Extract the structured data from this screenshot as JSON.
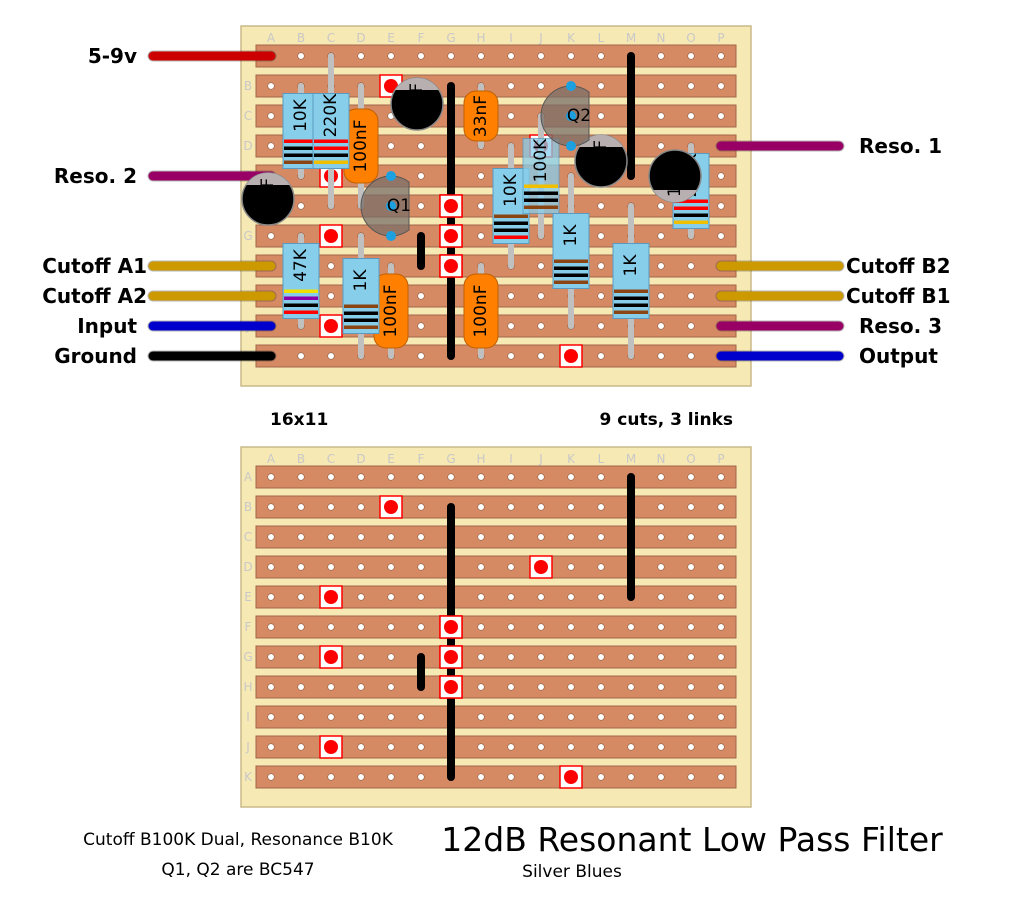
{
  "board": {
    "columns": [
      "A",
      "B",
      "C",
      "D",
      "E",
      "F",
      "G",
      "H",
      "I",
      "J",
      "K",
      "L",
      "M",
      "N",
      "O",
      "P"
    ],
    "rows": [
      "A",
      "B",
      "C",
      "D",
      "E",
      "F",
      "G",
      "H",
      "I",
      "J",
      "K"
    ],
    "size_label": "16x11",
    "stats_label": "9 cuts, 3 links",
    "colors": {
      "board": "#f7e9b4",
      "strip": "#d68a64",
      "strip_border": "#a0654a",
      "hole": "#ffffff",
      "cut": "#ff0000",
      "link": "#000000"
    }
  },
  "wires": [
    {
      "label": "5-9v",
      "side": "left",
      "row": "A",
      "color": "#cc0000"
    },
    {
      "label": "Reso. 2",
      "side": "left",
      "row": "E",
      "color": "#990066"
    },
    {
      "label": "Cutoff A1",
      "side": "left",
      "row": "H",
      "color": "#cc9900"
    },
    {
      "label": "Cutoff A2",
      "side": "left",
      "row": "I",
      "color": "#cc9900"
    },
    {
      "label": "Input",
      "side": "left",
      "row": "J",
      "color": "#0000cc"
    },
    {
      "label": "Ground",
      "side": "left",
      "row": "K",
      "color": "#000000"
    },
    {
      "label": "Reso. 1",
      "side": "right",
      "row": "D",
      "color": "#990066"
    },
    {
      "label": "Cutoff B2",
      "side": "right",
      "row": "H",
      "color": "#cc9900"
    },
    {
      "label": "Cutoff B1",
      "side": "right",
      "row": "I",
      "color": "#cc9900"
    },
    {
      "label": "Reso. 3",
      "side": "right",
      "row": "J",
      "color": "#990066"
    },
    {
      "label": "Output",
      "side": "right",
      "row": "K",
      "color": "#0000cc"
    }
  ],
  "cuts": [
    {
      "col": "E",
      "row": "B"
    },
    {
      "col": "J",
      "row": "D"
    },
    {
      "col": "C",
      "row": "E"
    },
    {
      "col": "G",
      "row": "F"
    },
    {
      "col": "C",
      "row": "G"
    },
    {
      "col": "G",
      "row": "G"
    },
    {
      "col": "G",
      "row": "H"
    },
    {
      "col": "C",
      "row": "J"
    },
    {
      "col": "K",
      "row": "K"
    }
  ],
  "links": [
    {
      "col": "G",
      "from": "B",
      "to": "K"
    },
    {
      "col": "M",
      "from": "A",
      "to": "E"
    },
    {
      "col": "F",
      "from": "G",
      "to": "H"
    }
  ],
  "components": {
    "resistors": [
      {
        "label": "10K",
        "col": "B",
        "from": "B",
        "to": "E",
        "bands": [
          "#8b4513",
          "#000000",
          "#000000",
          "#ff0000"
        ]
      },
      {
        "label": "220K",
        "col": "C",
        "from": "A",
        "to": "F",
        "bands": [
          "#f0c000",
          "#000000",
          "#ff0000",
          "#ff0000"
        ]
      },
      {
        "label": "47K",
        "col": "B",
        "from": "G",
        "to": "J",
        "bands": [
          "#ff0000",
          "#000000",
          "#8b00aa",
          "#f0e000"
        ]
      },
      {
        "label": "1K",
        "col": "D",
        "from": "G",
        "to": "K",
        "bands": [
          "#8b4513",
          "#000000",
          "#000000",
          "#8b4513"
        ]
      },
      {
        "label": "10K",
        "col": "I",
        "from": "D",
        "to": "H",
        "bands": [
          "#ff0000",
          "#000000",
          "#000000",
          "#8b4513"
        ]
      },
      {
        "label": "100K",
        "col": "J",
        "from": "C",
        "to": "G",
        "bands": [
          "#8b4513",
          "#000000",
          "#000000",
          "#f0c000"
        ]
      },
      {
        "label": "1K",
        "col": "K",
        "from": "E",
        "to": "J",
        "bands": [
          "#8b4513",
          "#000000",
          "#000000",
          "#8b4513"
        ]
      },
      {
        "label": "1K",
        "col": "M",
        "from": "F",
        "to": "K",
        "bands": [
          "#8b4513",
          "#000000",
          "#000000",
          "#8b4513"
        ]
      },
      {
        "label": "220K",
        "col": "O",
        "from": "D",
        "to": "G",
        "bands": [
          "#f0c000",
          "#000000",
          "#ff0000",
          "#ff0000"
        ]
      }
    ],
    "film_caps": [
      {
        "label": "100nF",
        "col": "D",
        "from": "B",
        "to": "F"
      },
      {
        "label": "33nF",
        "col": "H",
        "from": "B",
        "to": "D"
      },
      {
        "label": "100nF",
        "col": "E",
        "from": "H",
        "to": "K"
      },
      {
        "label": "100nF",
        "col": "H",
        "from": "H",
        "to": "K"
      }
    ],
    "electrolytic_caps": [
      {
        "label": "10uF",
        "col": "E",
        "row": "C"
      },
      {
        "label": "10uF",
        "col": "A",
        "row": "F"
      },
      {
        "label": "10uF",
        "col": "L",
        "row": "D"
      },
      {
        "label": "10uF",
        "col": "N",
        "row": "E"
      }
    ],
    "transistors": [
      {
        "label": "Q1",
        "col": "E",
        "row": "F"
      },
      {
        "label": "Q2",
        "col": "K",
        "row": "C"
      }
    ]
  },
  "footer": {
    "note_line1": "Cutoff B100K Dual, Resonance B10K",
    "note_line2": "Q1, Q2 are BC547",
    "title": "12dB Resonant Low Pass Filter",
    "subtitle": "Silver Blues"
  }
}
